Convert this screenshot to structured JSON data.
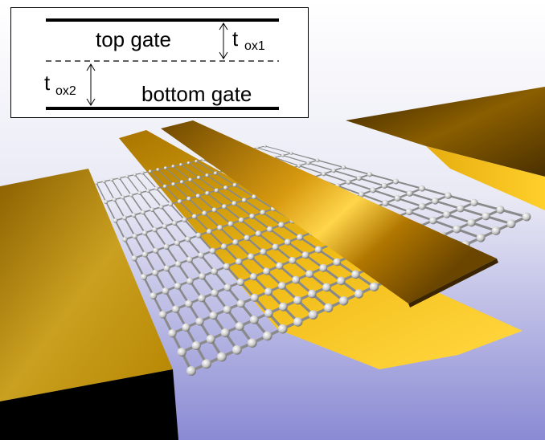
{
  "legend": {
    "top_label": "top gate",
    "bottom_label": "bottom gate",
    "tox1_base": "t",
    "tox1_sub": "ox1",
    "tox2_base": "t",
    "tox2_sub": "ox2"
  },
  "colors": {
    "background_top": "#ffffff",
    "background_bottom": "#8e8ed6",
    "gold_light": "#f6c21e",
    "gold_dark": "#7a5200",
    "atom_light": "#f2f2f2",
    "atom_dark": "#7a7a7a",
    "bond": "#8a8a8a"
  }
}
